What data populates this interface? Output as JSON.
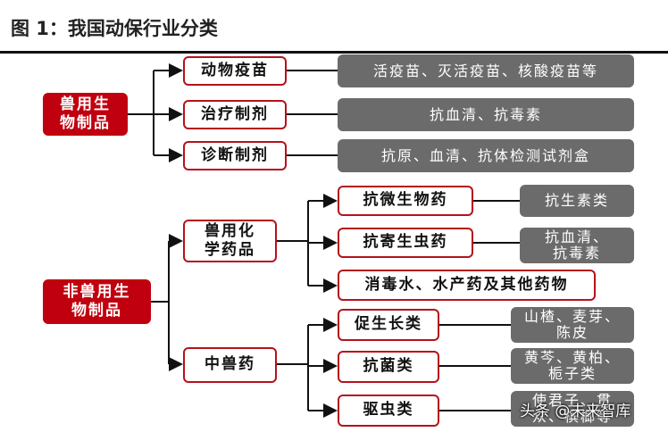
{
  "title": "图 1：我国动保行业分类",
  "root_vet_bio": "兽用生\n物制品",
  "root_nonvet_bio": "非兽用生\n物制品",
  "vet_bio": {
    "items": [
      {
        "label": "动物疫苗",
        "detail": "活疫苗、灭活疫苗、核酸疫苗等"
      },
      {
        "label": "治疗制剂",
        "detail": "抗血清、抗毒素"
      },
      {
        "label": "诊断制剂",
        "detail": "抗原、血清、抗体检测试剂盒"
      }
    ]
  },
  "chem": {
    "label": "兽用化\n学药品",
    "items": [
      {
        "label": "抗微生物药",
        "detail": "抗生素类"
      },
      {
        "label": "抗寄生虫药",
        "detail": "抗血清、\n抗毒素"
      },
      {
        "label": "消毒水、水产药及其他药物"
      }
    ]
  },
  "tcm": {
    "label": "中兽药",
    "items": [
      {
        "label": "促生长类",
        "detail": "山楂、麦芽、\n陈皮"
      },
      {
        "label": "抗菌类",
        "detail": "黄芩、黄柏、\n栀子类"
      },
      {
        "label": "驱虫类",
        "detail": "使君子、贯\n众、槟榔等"
      }
    ]
  },
  "watermark": "头条 @未来智库"
}
